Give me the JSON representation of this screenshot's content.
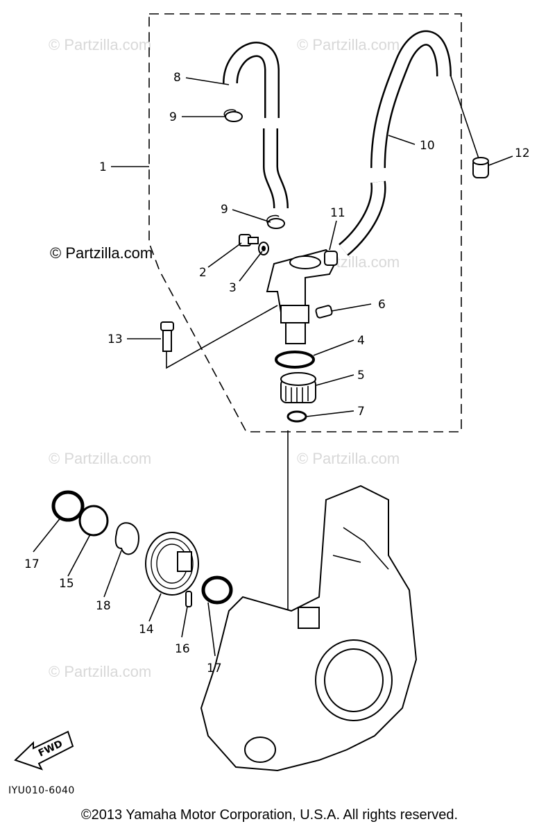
{
  "watermark_text": "© Partzilla.com",
  "diagram_code": "IYU010-6040",
  "fwd_label": "FWD",
  "copyright": "©2013 Yamaha Motor Corporation, U.S.A. All rights reserved.",
  "callouts": {
    "c1": "1",
    "c2": "2",
    "c3": "3",
    "c4": "4",
    "c5": "5",
    "c6": "6",
    "c7": "7",
    "c8": "8",
    "c9a": "9",
    "c9b": "9",
    "c10": "10",
    "c11": "11",
    "c12": "12",
    "c13": "13",
    "c14": "14",
    "c15": "15",
    "c16": "16",
    "c17a": "17",
    "c17b": "17",
    "c18": "18"
  }
}
